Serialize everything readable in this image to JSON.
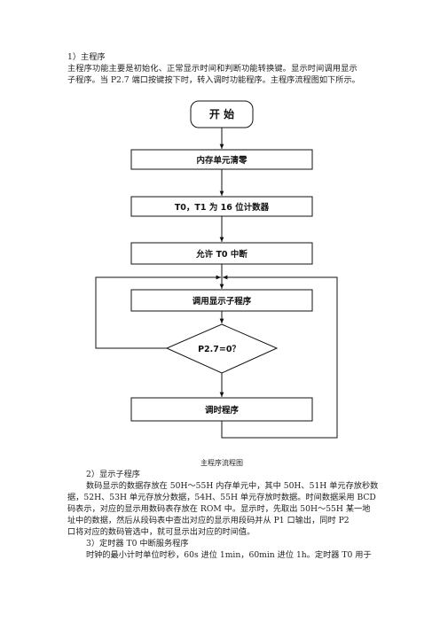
{
  "section1": {
    "heading": "1）主程序",
    "para_line1": "主程序功能主要是初始化、正常显示时间和判断功能转换键。显示时间调用显示",
    "para_line2": "子程序。当 P2.7 端口按键按下时，转入调时功能程序。主程序流程图如下所示。"
  },
  "flowchart": {
    "start": "开 始",
    "step1": "内存单元清零",
    "step2": "T0，T1 为 16 位计数器",
    "step3": "允许 T0 中断",
    "step4": "调用显示子程序",
    "decision": "P2.7=0？",
    "step5": "调时程序",
    "caption": "主程序流程图"
  },
  "section2": {
    "heading": "2）显示子程序",
    "line1": "数码显示的数据存放在 50H～55H 内存单元中，其中 50H、51H 单元存放秒数",
    "line2": "据，52H、53H 单元存放分数据，54H、55H 单元存放时数据。时间数据采用 BCD",
    "line3": "码表示，对应的显示用数码表存放在 ROM 中。显示时，先取出 50H～55H 某一地",
    "line4": "址中的数据，然后从段码表中查出对应的显示用段码并从 P1 口输出，同时 P2",
    "line5": "口将对应的数码管选中，就可显示出对应的时间值。"
  },
  "section3": {
    "heading": "3）定时器 T0 中断服务程序",
    "line1": "时钟的最小计时单位时秒，60s 进位 1min，60min 进位 1h。定时器 T0 用于"
  }
}
